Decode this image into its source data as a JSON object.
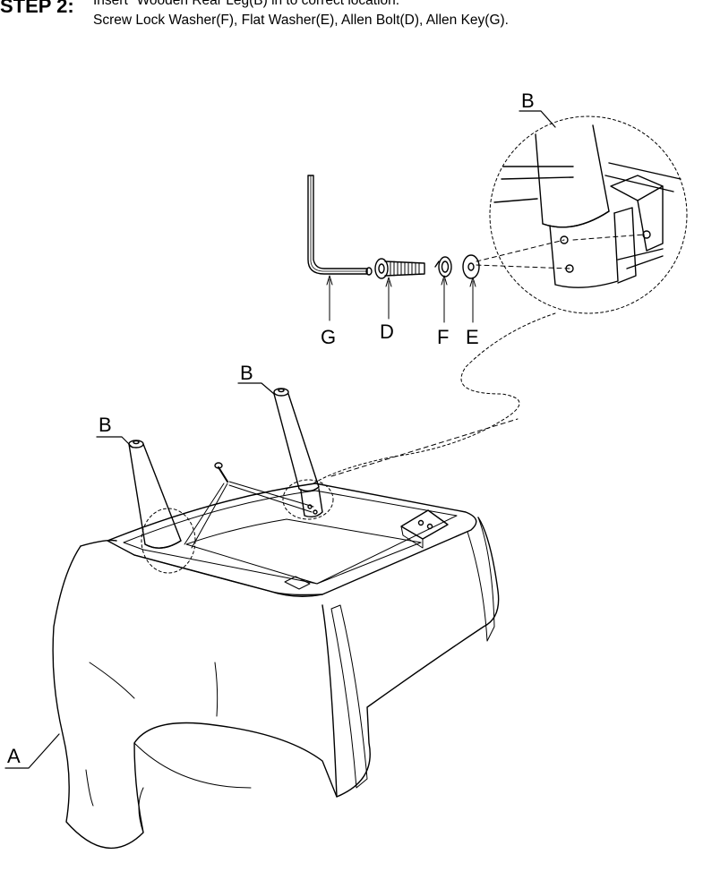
{
  "header": {
    "step": "STEP 2:",
    "line1": "Insert \"Wooden Rear Leg(B) in to correct location.",
    "line2": "Screw Lock Washer(F), Flat Washer(E), Allen Bolt(D), Allen Key(G)."
  },
  "labels": {
    "zoom_leg": "B",
    "left_leg": "B",
    "right_leg": "B",
    "chair": "A",
    "key": "G",
    "bolt": "D",
    "lock_washer": "F",
    "flat_washer": "E"
  }
}
